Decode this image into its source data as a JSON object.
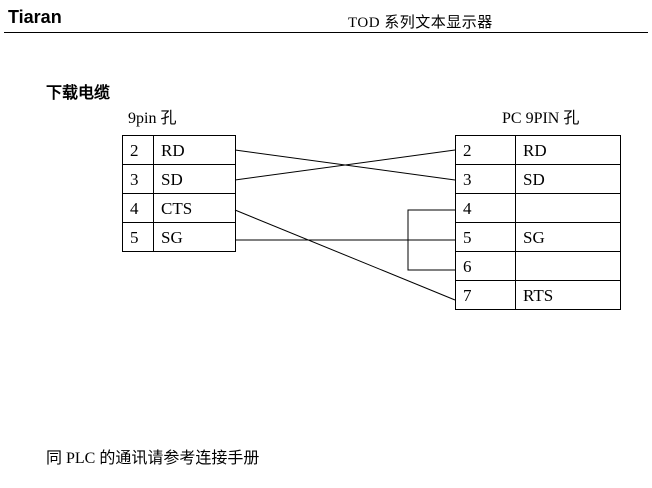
{
  "header": {
    "brand": "Tiaran",
    "title": "TOD 系列文本显示器"
  },
  "section_title": "下载电缆",
  "diagram": {
    "left_table": {
      "caption": "9pin 孔",
      "rows": [
        {
          "pin": "2",
          "signal": "RD"
        },
        {
          "pin": "3",
          "signal": "SD"
        },
        {
          "pin": "4",
          "signal": "CTS"
        },
        {
          "pin": "5",
          "signal": "SG"
        }
      ]
    },
    "right_table": {
      "caption": "PC 9PIN 孔",
      "rows": [
        {
          "pin": "2",
          "signal": "RD"
        },
        {
          "pin": "3",
          "signal": "SD"
        },
        {
          "pin": "4",
          "signal": ""
        },
        {
          "pin": "5",
          "signal": "SG"
        },
        {
          "pin": "6",
          "signal": ""
        },
        {
          "pin": "7",
          "signal": "RTS"
        }
      ]
    },
    "connections": [
      {
        "from": "left.pin2.RD",
        "to": "right.pin3.SD"
      },
      {
        "from": "left.pin3.SD",
        "to": "right.pin2.RD"
      },
      {
        "from": "left.pin4.CTS",
        "to": "right.pin7.RTS"
      },
      {
        "from": "left.pin5.SG",
        "to": "right.pin5.SG"
      },
      {
        "jumper": [
          "right.pin4",
          "right.pin6"
        ]
      }
    ]
  },
  "footer_note": "同 PLC 的通讯请参考连接手册"
}
